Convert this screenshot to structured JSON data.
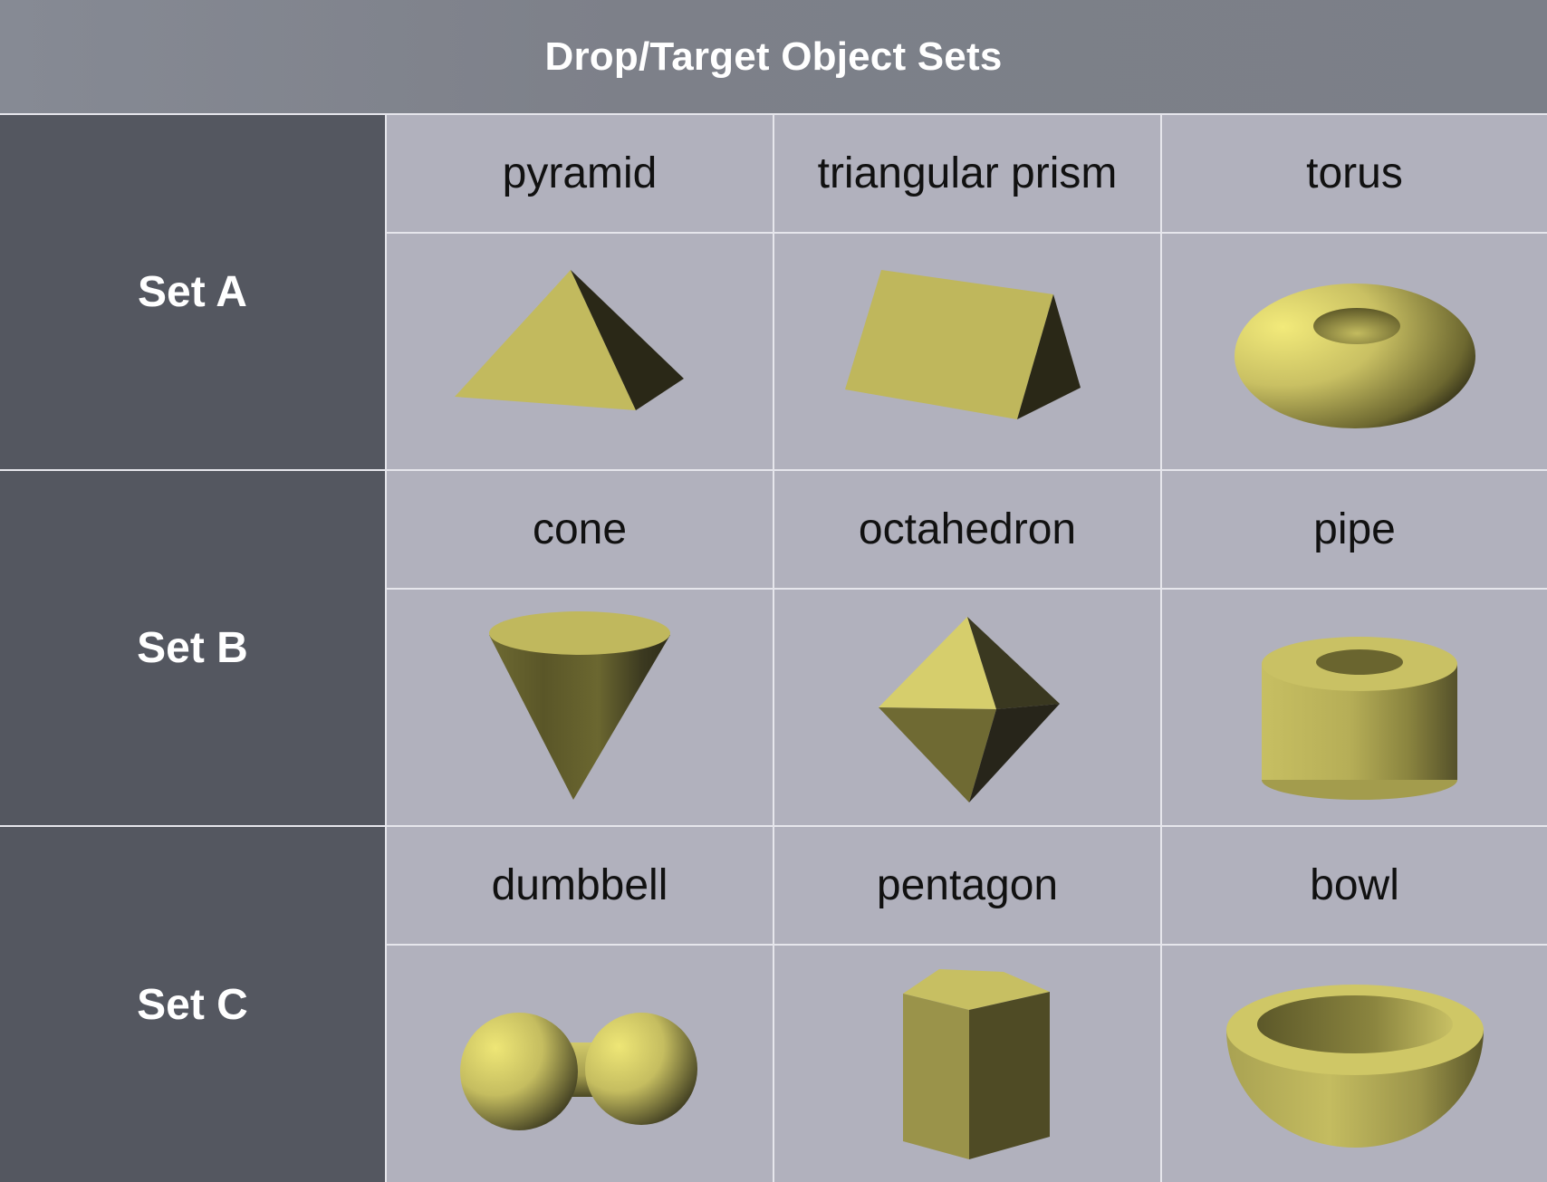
{
  "title": "Drop/Target Object Sets",
  "sets": [
    {
      "label": "Set A",
      "objects": [
        "pyramid",
        "triangular prism",
        "torus"
      ]
    },
    {
      "label": "Set B",
      "objects": [
        "cone",
        "octahedron",
        "pipe"
      ]
    },
    {
      "label": "Set C",
      "objects": [
        "dumbbell",
        "pentagon",
        "bowl"
      ]
    }
  ],
  "colors": {
    "title_bg": "#7d8089",
    "set_bg": "#545760",
    "cell_bg": "#b1b1bd",
    "gridline": "#e6e6ec",
    "object_fill": "#c4bc62",
    "object_shadow": "#27261a"
  }
}
